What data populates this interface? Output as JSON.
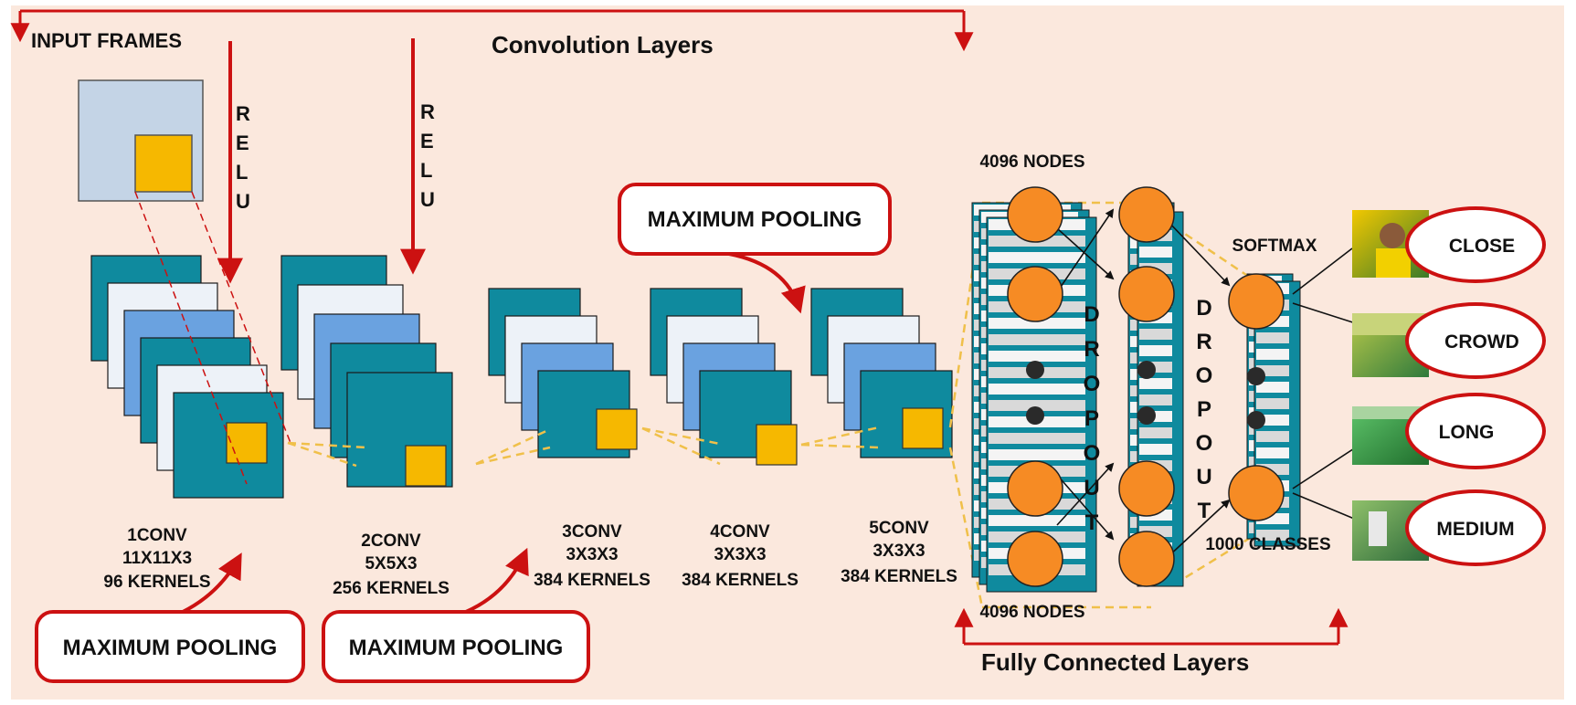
{
  "colors": {
    "background": "#fbe8dd",
    "teal": "#0f8a9e",
    "light_blue": "#6aa2e0",
    "pale": "#edf2f8",
    "gold": "#f6b800",
    "orange": "#f68b24",
    "red": "#cc1111",
    "input_frame": "#c4d4e6",
    "dash_yellow": "#f0c04a"
  },
  "titles": {
    "convolution": "Convolution Layers",
    "fully_connected": "Fully Connected Layers",
    "input_frames": "INPUT FRAMES"
  },
  "relu_letters": [
    "R",
    "E",
    "L",
    "U"
  ],
  "dropout_letters": [
    "D",
    "R",
    "O",
    "P",
    "O",
    "U",
    "T"
  ],
  "conv_layers": [
    {
      "name": "1CONV",
      "kernel": "11X11X3",
      "count": "96 KERNELS"
    },
    {
      "name": "2CONV",
      "kernel": "5X5X3",
      "count": "256 KERNELS"
    },
    {
      "name": "3CONV",
      "kernel": "3X3X3",
      "count": "384 KERNELS"
    },
    {
      "name": "4CONV",
      "kernel": "3X3X3",
      "count": "384 KERNELS"
    },
    {
      "name": "5CONV",
      "kernel": "3X3X3",
      "count": "384 KERNELS"
    }
  ],
  "pooling": {
    "label_1": "MAXIMUM POOLING",
    "label_2": "MAXIMUM POOLING",
    "label_3": "MAXIMUM POOLING"
  },
  "fc": {
    "nodes_top": "4096 NODES",
    "nodes_bottom": "4096 NODES",
    "softmax": "SOFTMAX",
    "classes": "1000 CLASSES"
  },
  "outputs": [
    {
      "label": "CLOSE",
      "thumb": "close-shot-thumbnail"
    },
    {
      "label": "CROWD",
      "thumb": "crowd-shot-thumbnail"
    },
    {
      "label": "LONG",
      "thumb": "long-shot-thumbnail"
    },
    {
      "label": "MEDIUM",
      "thumb": "medium-shot-thumbnail"
    }
  ]
}
